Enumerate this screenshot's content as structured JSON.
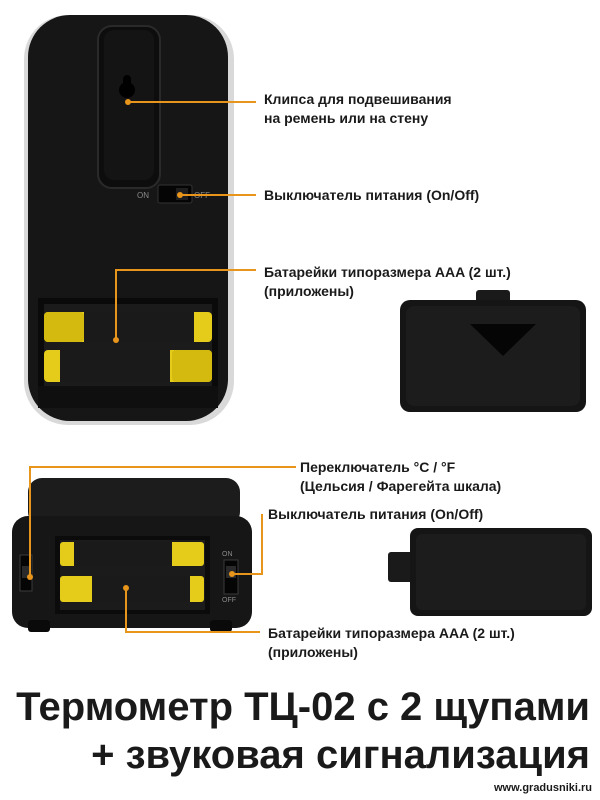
{
  "colors": {
    "callout": "#e8951c",
    "device": "#161616",
    "battery": "#e6cc1a"
  },
  "callouts": {
    "clip": [
      "Клипса для подвешивания",
      "на ремень или на стену"
    ],
    "power_top": [
      "Выключатель питания (On/Off)"
    ],
    "battery_top": [
      "Батарейки типоразмера AAA (2 шт.)",
      "(приложены)"
    ],
    "switch_cf": [
      "Переключатель °C / °F",
      "(Цельсия / Фарегейта шкала)"
    ],
    "power_bottom": [
      "Выключатель питания (On/Off)"
    ],
    "battery_bottom": [
      "Батарейки типоразмера AAA (2 шт.)",
      "(приложены)"
    ]
  },
  "device_marks": {
    "on_label": "ON",
    "off_label": "OFF"
  },
  "title_lines": [
    "Термометр ТЦ-02 с 2 щупами",
    "+ звуковая сигнализация"
  ],
  "website": "www.gradusniki.ru"
}
